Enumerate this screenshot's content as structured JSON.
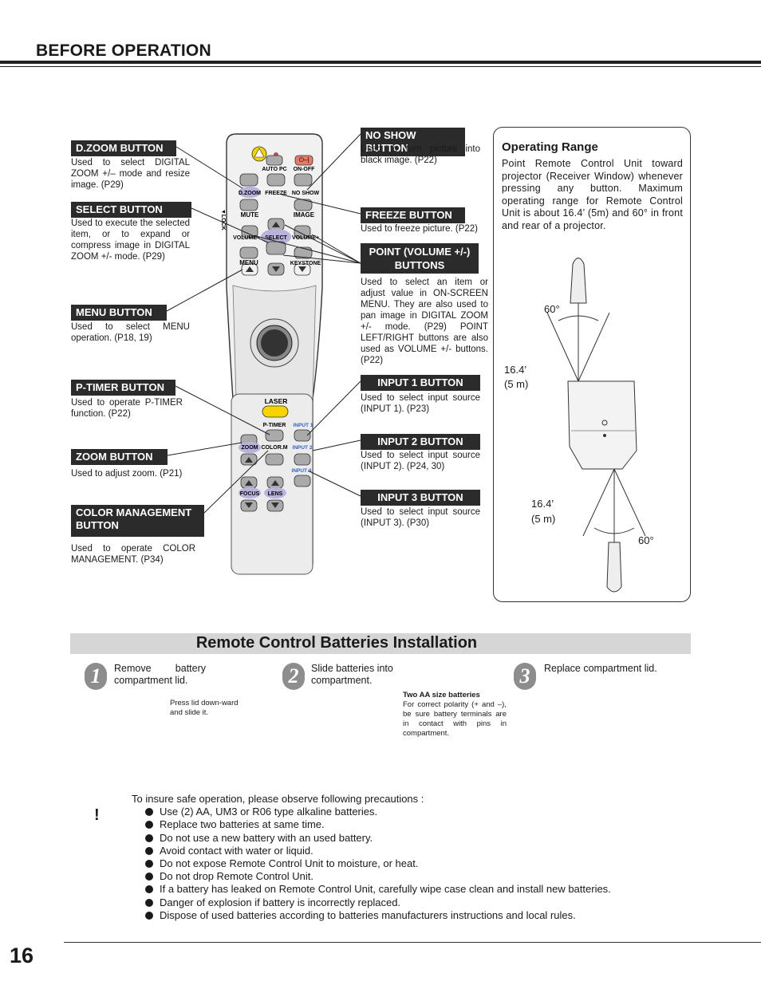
{
  "header": {
    "title": "BEFORE OPERATION"
  },
  "remote": {
    "keys": {
      "auto_pc": "AUTO PC",
      "power": "⏻–|",
      "on_off": "ON-OFF",
      "d_zoom": "D.ZOOM",
      "freeze": "FREEZE",
      "no_show": "NO SHOW",
      "mute": "MUTE",
      "image": "IMAGE",
      "volume_minus": "VOLUME–",
      "select": "SELECT",
      "volume_plus": "VOLUME+",
      "menu": "MENU",
      "keystone": "KEYSTONE",
      "lock": "▼LOCK",
      "laser": "LASER",
      "p_timer": "P-TIMER",
      "input1": "INPUT 1",
      "zoom": "ZOOM",
      "color_m": "COLOR.M",
      "input2": "INPUT 2",
      "input3": "INPUT 3",
      "focus": "FOCUS",
      "lens": "LENS"
    }
  },
  "callouts": {
    "dzoom": {
      "label": "D.ZOOM BUTTON",
      "desc": "Used to select DIGITAL ZOOM +/– mode and resize image. (P29)"
    },
    "select": {
      "label": "SELECT BUTTON",
      "desc": "Used to execute the selected item, or to expand or compress image in DIGITAL ZOOM +/- mode. (P29)"
    },
    "menu": {
      "label": "MENU BUTTON",
      "desc": "Used to select MENU operation. (P18, 19)"
    },
    "ptimer": {
      "label": "P-TIMER BUTTON",
      "desc": "Used to operate P-TIMER function. (P22)"
    },
    "zoom": {
      "label": "ZOOM BUTTON",
      "desc": "Used to adjust zoom. (P21)"
    },
    "color": {
      "label": "COLOR MANAGEMENT BUTTON",
      "desc": "Used to operate COLOR MANAGEMENT. (P34)"
    },
    "noshow": {
      "label": "NO SHOW BUTTON",
      "desc": "Used to turn picture into black image. (P22)"
    },
    "freeze": {
      "label": "FREEZE BUTTON",
      "desc": "Used to freeze picture. (P22)"
    },
    "point": {
      "label": "POINT (VOLUME +/-) BUTTONS",
      "desc": "Used to select an item or adjust value in ON-SCREEN MENU. They are also used to pan image in DIGITAL ZOOM +/- mode. (P29) POINT LEFT/RIGHT buttons are also used as VOLUME +/- buttons. (P22)"
    },
    "input1": {
      "label": "INPUT 1 BUTTON",
      "desc": "Used to select input source (INPUT 1). (P23)"
    },
    "input2": {
      "label": "INPUT 2 BUTTON",
      "desc": "Used to select input source (INPUT 2). (P24, 30)"
    },
    "input3": {
      "label": "INPUT 3 BUTTON",
      "desc": "Used to select input source (INPUT 3). (P30)"
    }
  },
  "operating_range": {
    "title": "Operating Range",
    "text": "Point Remote Control Unit toward projector (Receiver Window) whenever pressing any button. Maximum operating range for Remote Control Unit is about 16.4’ (5m) and 60° in front and rear of a projector.",
    "angle_top": "60°",
    "distance_top_1": "16.4’",
    "distance_top_2": "(5 m)",
    "distance_bottom_1": "16.4’",
    "distance_bottom_2": "(5 m)",
    "angle_bottom": "60°"
  },
  "batteries": {
    "title": "Remote Control Batteries Installation",
    "steps": [
      {
        "num": "1",
        "text": "Remove battery compartment lid.",
        "note": "Press lid down-ward and slide it."
      },
      {
        "num": "2",
        "text": "Slide batteries into compartment.",
        "note_title": "Two AA size batteries",
        "note": "For correct polarity (+ and –), be sure battery terminals are in contact with pins in compartment."
      },
      {
        "num": "3",
        "text": "Replace compartment lid."
      }
    ]
  },
  "precautions": {
    "intro": "To insure safe operation, please observe following precautions :",
    "items": [
      "Use (2) AA, UM3 or R06 type alkaline batteries.",
      "Replace two batteries at same time.",
      "Do not use a new battery with an used battery.",
      "Avoid contact with water or liquid.",
      "Do not expose Remote Control Unit to moisture, or heat.",
      "Do not drop Remote Control Unit.",
      "If a battery has leaked on Remote Control Unit, carefully wipe case clean and install new batteries.",
      "Danger of explosion if battery is incorrectly replaced.",
      "Dispose of used batteries according to batteries manufacturers instructions and local rules."
    ]
  },
  "footer": {
    "page_number": "16"
  }
}
